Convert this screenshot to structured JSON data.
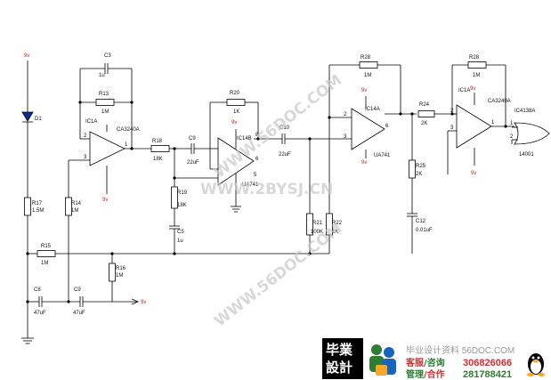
{
  "labels": {
    "v1": "9v",
    "v2": "9v",
    "v3": "9v",
    "v4": "9v",
    "v5": "9v",
    "v6": "9v",
    "v7": "9v",
    "v8": "9v",
    "d1": "D1",
    "r17": "R17",
    "r17v": "1.5M",
    "r14": "R14",
    "r14v": "1M",
    "r15": "R15",
    "r15v": "1M",
    "r16": "R16",
    "r16v": "1M",
    "c8": "C8",
    "c8v": "47uF",
    "c9b": "C9",
    "c9bv": "47uF",
    "c3": "C3",
    "c3v": "1u",
    "r13": "R13",
    "r13v": "1M",
    "ic1a": "IC1A",
    "ca3240a": "CA3240A",
    "r18": "R18",
    "r18v": "18K",
    "c9": "C9",
    "c9v": "22uF",
    "r20": "R20",
    "r20v": "1K",
    "ic14b": "IC14B",
    "ua741": "UA741",
    "r19": "R19",
    "r19v": "18K",
    "c5": "C5",
    "c5v": "1u",
    "c10": "C10",
    "c10v": "22uF",
    "r21": "R21",
    "r21v": "100K",
    "r22": "R22",
    "r22v": "1K",
    "r28a": "R28",
    "r28av": "1M",
    "ic14a": "IC14A",
    "ua741b": "UA741",
    "r24": "R24",
    "r24v": "2K",
    "r25": "R25",
    "r25v": "2K",
    "c12": "C12",
    "c12v": "0.01uF",
    "r28b": "R28",
    "r28bv": "1M",
    "ic1a2": "IC1A",
    "ca3240a2": "CA3240A",
    "ic4138a": "IC4138A",
    "n14001": "14001",
    "p1": "1",
    "p2": "2",
    "p3": "3",
    "p5": "5",
    "p6": "6",
    "p8": "8"
  },
  "watermarks": [
    "WWW.56DOC.COM",
    "WWW.2BYSJ.CN",
    "WWW.56DOC.COM"
  ],
  "footer": {
    "logo_line1": "毕業",
    "logo_line2": "設計",
    "site": "毕业设计资料 56DOC.COM",
    "service1": "客服",
    "service1b": "/咨询",
    "qq1": "306826066",
    "service2": "管理",
    "service2b": "/合作",
    "qq2": "281788421"
  }
}
